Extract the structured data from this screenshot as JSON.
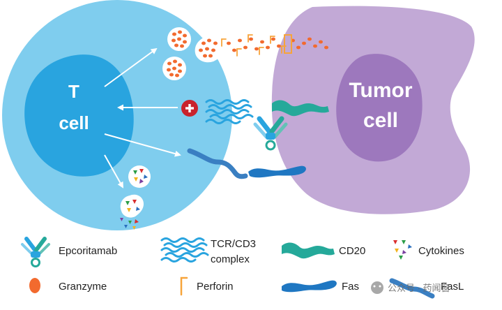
{
  "t_cell": {
    "line1": "T",
    "line2": "cell"
  },
  "tumor_cell": {
    "line1": "Tumor",
    "line2": "cell"
  },
  "legend": {
    "epcoritamab": "Epcoritamab",
    "tcr_line1": "TCR/CD3",
    "tcr_line2": "complex",
    "cd20": "CD20",
    "cytokines": "Cytokines",
    "granzyme": "Granzyme",
    "perforin": "Perforin",
    "fas": "Fas",
    "fasl": "FasL"
  },
  "watermark": {
    "account": "公众号 · 药闻窗"
  },
  "colors": {
    "t_cell_outer": "#7fcdee",
    "t_cell_nucleus": "#29a4df",
    "tumor_outer": "#c2a9d6",
    "tumor_nucleus": "#9d78bd",
    "granzyme": "#f26a2e",
    "perforin": "#f7a43a",
    "cd20": "#25a99a",
    "fas": "#1f77c2",
    "plus_badge": "#c9232c"
  }
}
